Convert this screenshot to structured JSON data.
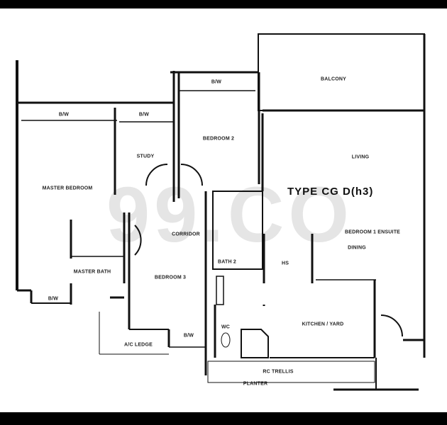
{
  "plan": {
    "title": "TYPE CG D(h3)",
    "legend_line1": "BEDROOM 1 ENSUITE",
    "legend_line2": "DINING",
    "watermark": "99.CO"
  },
  "rooms": {
    "balcony": "BALCONY",
    "living": "LIVING",
    "bedroom2": "BEDROOM 2",
    "study": "STUDY",
    "master_bedroom": "MASTER BEDROOM",
    "master_bath": "MASTER BATH",
    "bedroom3": "BEDROOM 3",
    "corridor": "CORRIDOR",
    "bath2": "BATH 2",
    "household_shelter": "HS",
    "kitchen_yard": "KITCHEN / YARD",
    "wc": "WC",
    "ac_ledge": "A/C LEDGE",
    "rc_trellis": "RC TRELLIS",
    "bay_window_master": "B/W",
    "bay_window_study": "B/W",
    "bay_window_bedroom2": "B/W",
    "bay_window_bedroom3": "B/W",
    "bay_window_bath": "B/W",
    "planter": "PLANTER"
  }
}
